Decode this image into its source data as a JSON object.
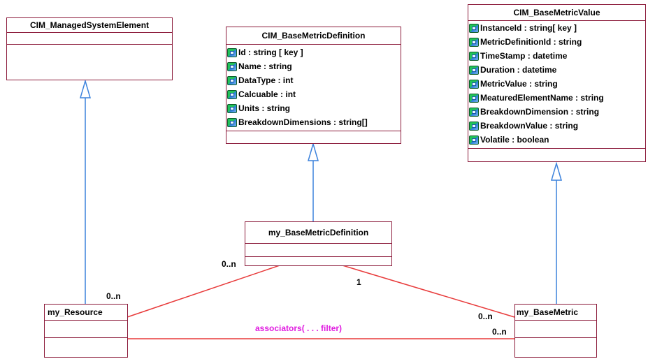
{
  "classes": {
    "managed_system_element": {
      "name": "CIM_ManagedSystemElement"
    },
    "base_metric_definition": {
      "name": "CIM_BaseMetricDefinition",
      "attributes": [
        "Id : string [ key ]",
        "Name : string",
        "DataType : int",
        "Calcuable : int",
        "Units : string",
        "BreakdownDimensions : string[]"
      ]
    },
    "base_metric_value": {
      "name": "CIM_BaseMetricValue",
      "attributes": [
        "InstanceId : string[ key ]",
        "MetricDefinitionId : string",
        "TimeStamp : datetime",
        "Duration : datetime",
        "MetricValue : string",
        "MeaturedElementName : string",
        "BreakdownDimension : string",
        "BreakdownValue : string",
        "Volatile : boolean"
      ]
    },
    "my_base_metric_definition": {
      "name": "my_BaseMetricDefinition"
    },
    "my_resource": {
      "name": "my_Resource"
    },
    "my_base_metric": {
      "name": "my_BaseMetric"
    }
  },
  "multiplicities": {
    "definition_left": "0..n",
    "definition_right": "1",
    "resource_top": "0..n",
    "base_metric_top": "0..n",
    "base_metric_bottom": "0..n"
  },
  "association_label": "associators( . . . filter)",
  "colors": {
    "class_border": "#8b1a3a",
    "inheritance": "#3c82dc",
    "association": "#e83a3a",
    "association_label": "#e01ce0",
    "attribute_icon": "green-blue-attribute-icon"
  }
}
